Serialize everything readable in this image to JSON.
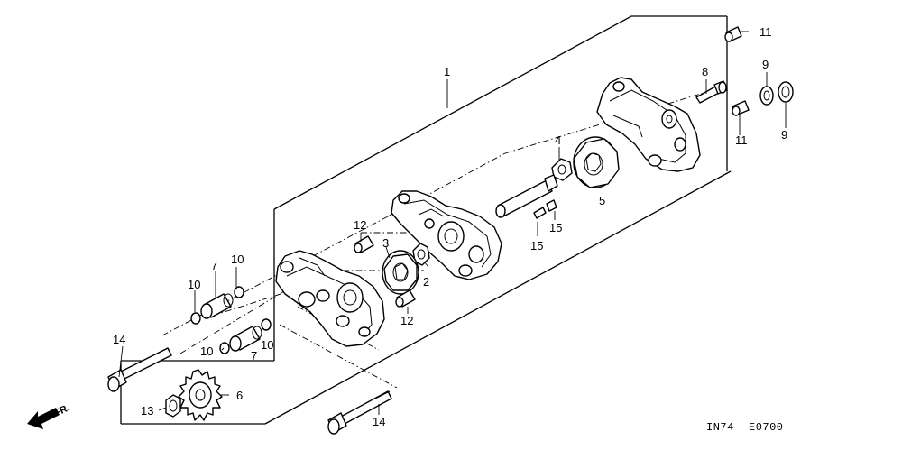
{
  "diagram": {
    "callouts": [
      "1",
      "2",
      "3",
      "4",
      "5",
      "6",
      "7",
      "7",
      "8",
      "9",
      "9",
      "10",
      "10",
      "10",
      "10",
      "11",
      "11",
      "12",
      "12",
      "13",
      "14",
      "14",
      "15",
      "15"
    ],
    "front_label": "FR.",
    "code_left": "IN74",
    "code_right": "E0700"
  }
}
